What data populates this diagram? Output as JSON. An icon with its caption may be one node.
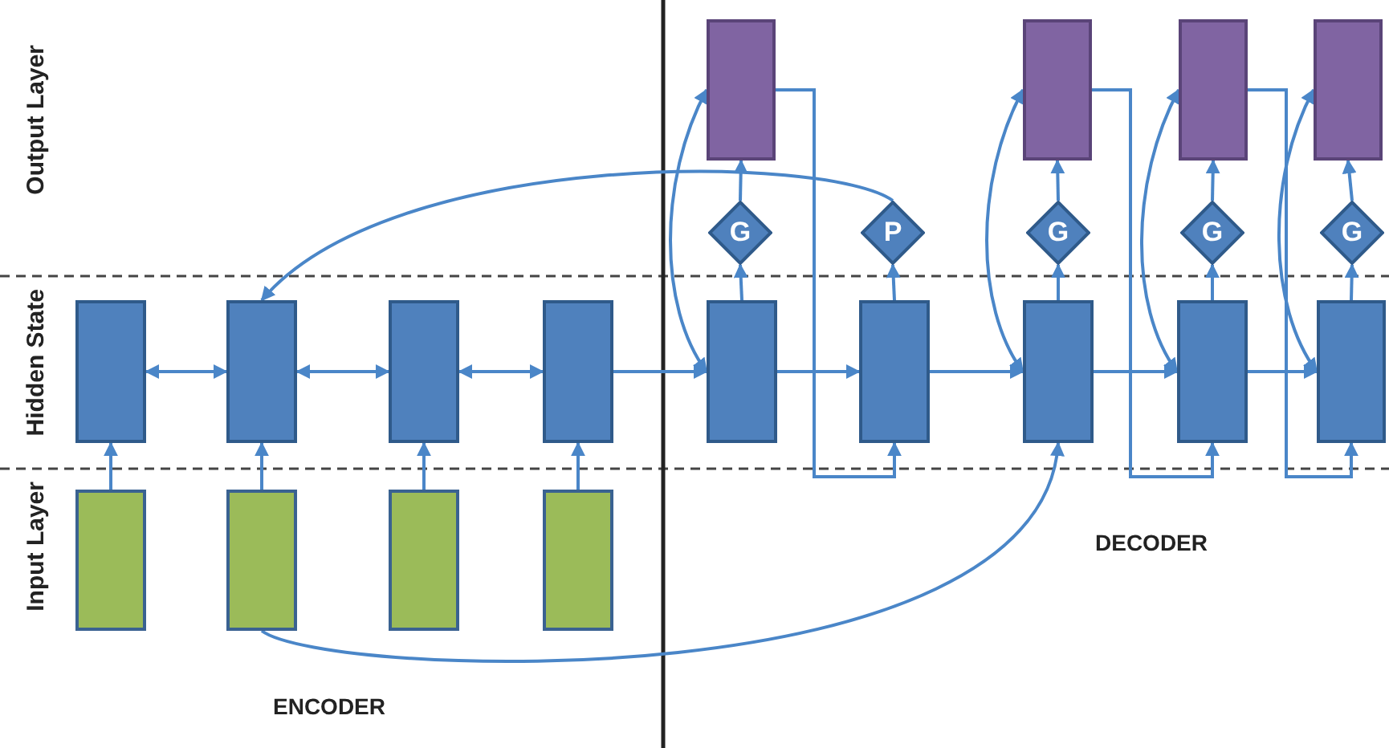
{
  "diagram": {
    "nodes": [
      {
        "text": [],
        "shape": "box"
      },
      {
        "text": [],
        "shape": "box"
      },
      {
        "text": [],
        "shape": "box"
      },
      {
        "text": [],
        "shape": "box"
      },
      {
        "text": [
          "G"
        ]
      },
      {
        "text": [
          "P"
        ]
      },
      {
        "text": [
          "G"
        ]
      },
      {
        "text": [
          "G"
        ]
      },
      {
        "text": [
          "G"
        ]
      },
      {
        "text": [],
        "shape": "box"
      },
      {
        "text": [],
        "shape": "box"
      },
      {
        "text": [],
        "shape": "box"
      },
      {
        "text": [],
        "shape": "box"
      },
      {
        "text": [],
        "shape": "box"
      },
      {
        "text": [],
        "shape": "box"
      },
      {
        "text": [],
        "shape": "box"
      },
      {
        "text": [],
        "shape": "box"
      },
      {
        "text": [],
        "shape": "box"
      },
      {
        "text": [],
        "shape": "box"
      },
      {
        "text": [],
        "shape": "box"
      },
      {
        "text": [],
        "shape": "box"
      },
      {
        "text": [],
        "shape": "box"
      }
    ],
    "edges": [
      {
        "from": 18,
        "to": 9,
        "arrow": "to"
      },
      {
        "from": 19,
        "to": 10,
        "arrow": "to"
      },
      {
        "from": 20,
        "to": 11,
        "arrow": "to"
      },
      {
        "from": 21,
        "to": 12,
        "arrow": "to"
      },
      {
        "from": 9,
        "to": 10,
        "arrow": "both"
      },
      {
        "from": 10,
        "to": 11,
        "arrow": "both"
      },
      {
        "from": 11,
        "to": 12,
        "arrow": "both"
      },
      {
        "from": 12,
        "to": 13,
        "arrow": "to"
      },
      {
        "from": 13,
        "to": 14,
        "arrow": "to"
      },
      {
        "from": 14,
        "to": 15,
        "arrow": "to"
      },
      {
        "from": 15,
        "to": 16,
        "arrow": "to"
      },
      {
        "from": 16,
        "to": 17,
        "arrow": "to"
      },
      {
        "from": 13,
        "to": 4,
        "arrow": "to"
      },
      {
        "from": 14,
        "to": 5,
        "arrow": "to"
      },
      {
        "from": 15,
        "to": 6,
        "arrow": "to"
      },
      {
        "from": 16,
        "to": 7,
        "arrow": "to"
      },
      {
        "from": 17,
        "to": 8,
        "arrow": "to"
      },
      {
        "from": 4,
        "to": 0,
        "arrow": "to"
      },
      {
        "from": 6,
        "to": 1,
        "arrow": "to"
      },
      {
        "from": 7,
        "to": 2,
        "arrow": "to"
      },
      {
        "from": 8,
        "to": 3,
        "arrow": "to"
      },
      {
        "from": 5,
        "to": 10,
        "arrow": "to"
      },
      {
        "from": 19,
        "to": 15,
        "arrow": "to"
      },
      {
        "from": 0,
        "to": 14,
        "arrow": "to"
      },
      {
        "from": 1,
        "to": 16,
        "arrow": "to"
      },
      {
        "from": 2,
        "to": 17,
        "arrow": "to"
      },
      {
        "from": 0,
        "to": 13,
        "arrow": "both"
      },
      {
        "from": 1,
        "to": 15,
        "arrow": "both"
      },
      {
        "from": 2,
        "to": 16,
        "arrow": "both"
      },
      {
        "from": 3,
        "to": 17,
        "arrow": "both"
      }
    ],
    "labels": [
      "Output Layer",
      "Hidden State",
      "Input Layer",
      "DECODER",
      "ENCODER"
    ]
  }
}
